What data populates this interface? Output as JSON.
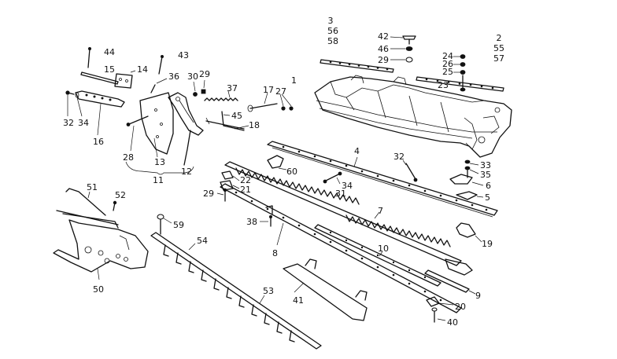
{
  "diagram": {
    "labels": [
      {
        "id": "l3",
        "text": "3"
      },
      {
        "id": "l56",
        "text": "56"
      },
      {
        "id": "l58",
        "text": "58"
      },
      {
        "id": "l42",
        "text": "42"
      },
      {
        "id": "l46",
        "text": "46"
      },
      {
        "id": "l29a",
        "text": "29"
      },
      {
        "id": "l2",
        "text": "2"
      },
      {
        "id": "l55",
        "text": "55"
      },
      {
        "id": "l57",
        "text": "57"
      },
      {
        "id": "l24",
        "text": "24"
      },
      {
        "id": "l26",
        "text": "26"
      },
      {
        "id": "l25",
        "text": "25"
      },
      {
        "id": "l23",
        "text": "23"
      },
      {
        "id": "l1",
        "text": "1"
      },
      {
        "id": "l44",
        "text": "44"
      },
      {
        "id": "l43",
        "text": "43"
      },
      {
        "id": "l15",
        "text": "15"
      },
      {
        "id": "l14",
        "text": "14"
      },
      {
        "id": "l36",
        "text": "36"
      },
      {
        "id": "l30",
        "text": "30"
      },
      {
        "id": "l29b",
        "text": "29"
      },
      {
        "id": "l37",
        "text": "37"
      },
      {
        "id": "l17",
        "text": "17"
      },
      {
        "id": "l27",
        "text": "27"
      },
      {
        "id": "l45",
        "text": "45"
      },
      {
        "id": "l18",
        "text": "18"
      },
      {
        "id": "l32a",
        "text": "32"
      },
      {
        "id": "l34a",
        "text": "34"
      },
      {
        "id": "l16",
        "text": "16"
      },
      {
        "id": "l28",
        "text": "28"
      },
      {
        "id": "l13",
        "text": "13"
      },
      {
        "id": "l12",
        "text": "12"
      },
      {
        "id": "l11",
        "text": "11"
      },
      {
        "id": "l4",
        "text": "4"
      },
      {
        "id": "l32b",
        "text": "32"
      },
      {
        "id": "l33",
        "text": "33"
      },
      {
        "id": "l35",
        "text": "35"
      },
      {
        "id": "l6",
        "text": "6"
      },
      {
        "id": "l5",
        "text": "5"
      },
      {
        "id": "l19",
        "text": "19"
      },
      {
        "id": "l60",
        "text": "60"
      },
      {
        "id": "l34b",
        "text": "34"
      },
      {
        "id": "l31",
        "text": "31"
      },
      {
        "id": "l22",
        "text": "22"
      },
      {
        "id": "l21",
        "text": "21"
      },
      {
        "id": "l29c",
        "text": "29"
      },
      {
        "id": "l38",
        "text": "38"
      },
      {
        "id": "l7",
        "text": "7"
      },
      {
        "id": "l8",
        "text": "8"
      },
      {
        "id": "l10",
        "text": "10"
      },
      {
        "id": "l9",
        "text": "9"
      },
      {
        "id": "l20",
        "text": "20"
      },
      {
        "id": "l40",
        "text": "40"
      },
      {
        "id": "l41",
        "text": "41"
      },
      {
        "id": "l51",
        "text": "51"
      },
      {
        "id": "l52",
        "text": "52"
      },
      {
        "id": "l50",
        "text": "50"
      },
      {
        "id": "l59",
        "text": "59"
      },
      {
        "id": "l54",
        "text": "54"
      },
      {
        "id": "l53",
        "text": "53"
      }
    ]
  }
}
